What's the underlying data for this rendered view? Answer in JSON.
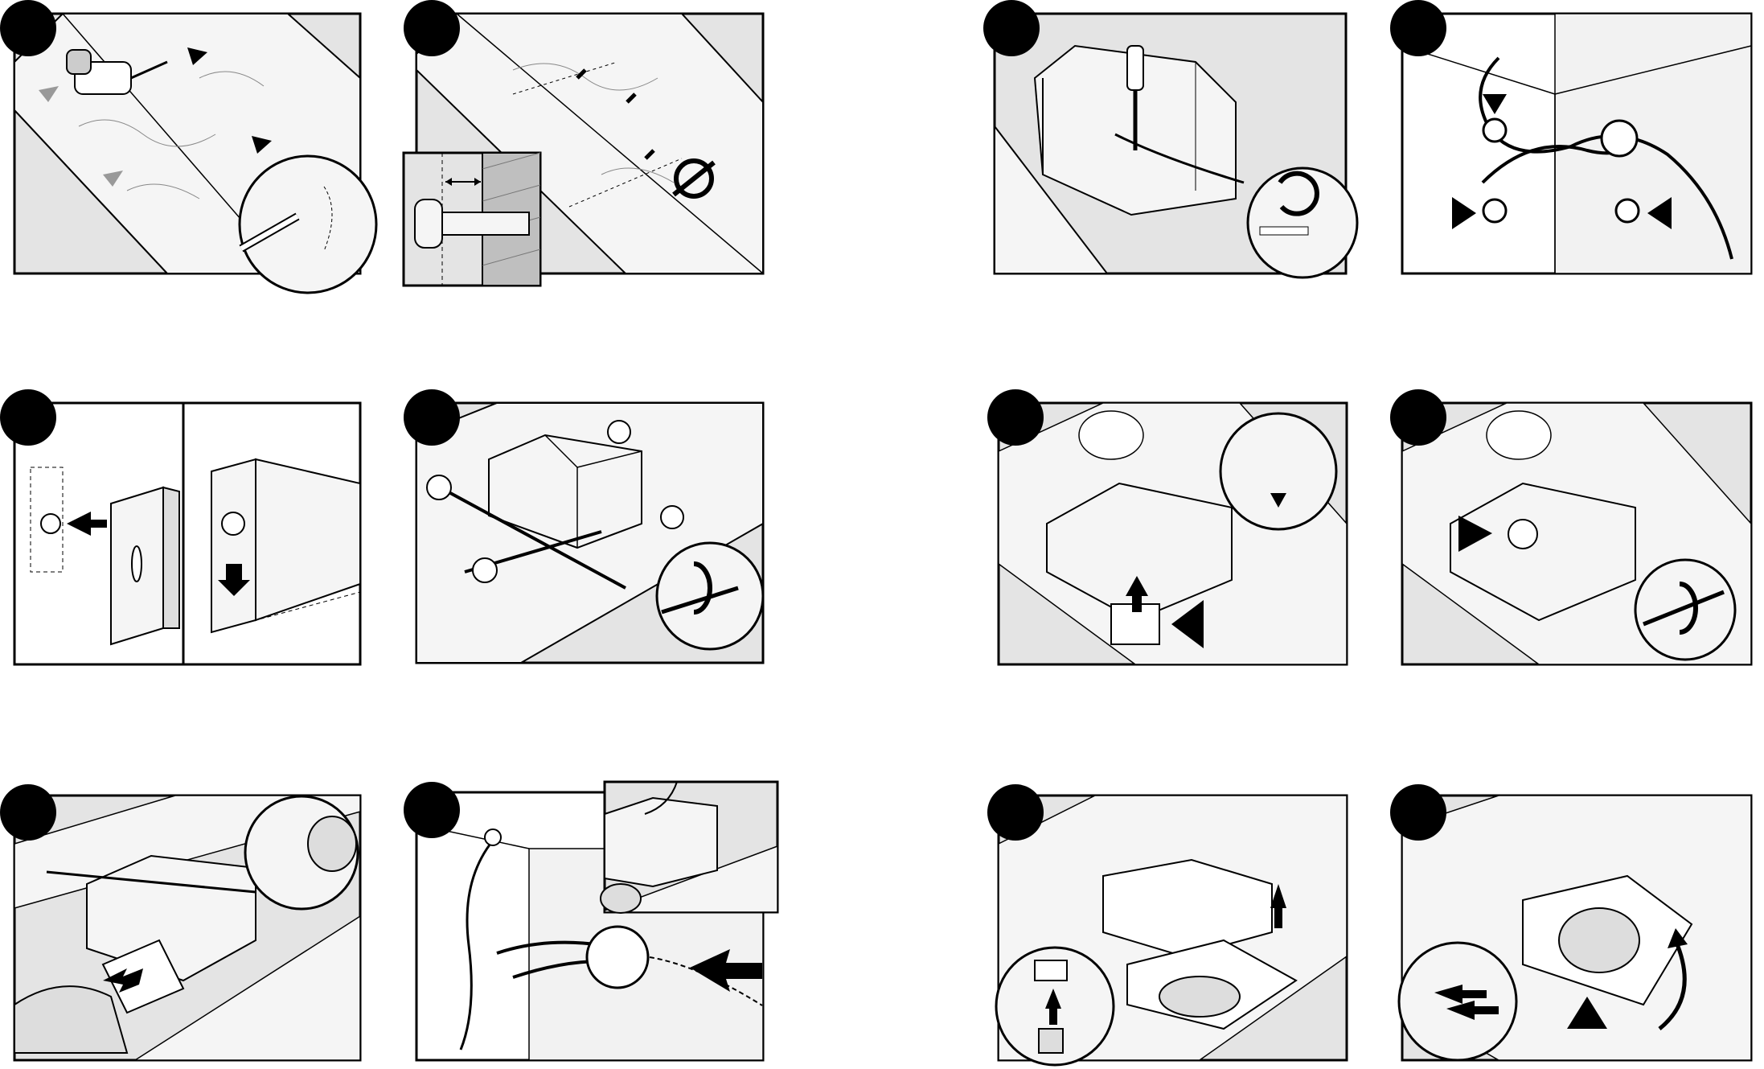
{
  "document": {
    "type": "installation-instructions",
    "panel_count": 12
  },
  "panels": [
    {
      "id": "p1",
      "step_label": "",
      "content": "drilling-pilot-holes-in-joist"
    },
    {
      "id": "p2",
      "step_label": "",
      "content": "screws-into-joist-with-depth-detail"
    },
    {
      "id": "p3",
      "step_label": "",
      "content": "screwdriver-tightening-cable-clamp"
    },
    {
      "id": "p4",
      "step_label": "",
      "content": "cable-through-knockout-connectors"
    },
    {
      "id": "p5",
      "step_label": "",
      "content": "bracket-keyhole-onto-screw"
    },
    {
      "id": "p6",
      "step_label": "",
      "content": "housing-hung-on-joist-tighten-screws"
    },
    {
      "id": "p7",
      "step_label": "",
      "content": "wiring-box-pushed-into-housing"
    },
    {
      "id": "p8",
      "step_label": "",
      "content": "housing-tighten-screw-detail"
    },
    {
      "id": "p9",
      "step_label": "",
      "content": "duct-attached-to-housing-collar"
    },
    {
      "id": "p10",
      "step_label": "",
      "content": "cable-into-connector-on-housing"
    },
    {
      "id": "p11",
      "step_label": "",
      "content": "motor-plug-connection"
    },
    {
      "id": "p12",
      "step_label": "",
      "content": "blower-assembly-inserted-into-housing"
    }
  ],
  "colors": {
    "line": "#000000",
    "fill_light": "#f2f2f2",
    "fill_mid": "#d9d9d9",
    "badge": "#000000",
    "paper": "#ffffff"
  }
}
